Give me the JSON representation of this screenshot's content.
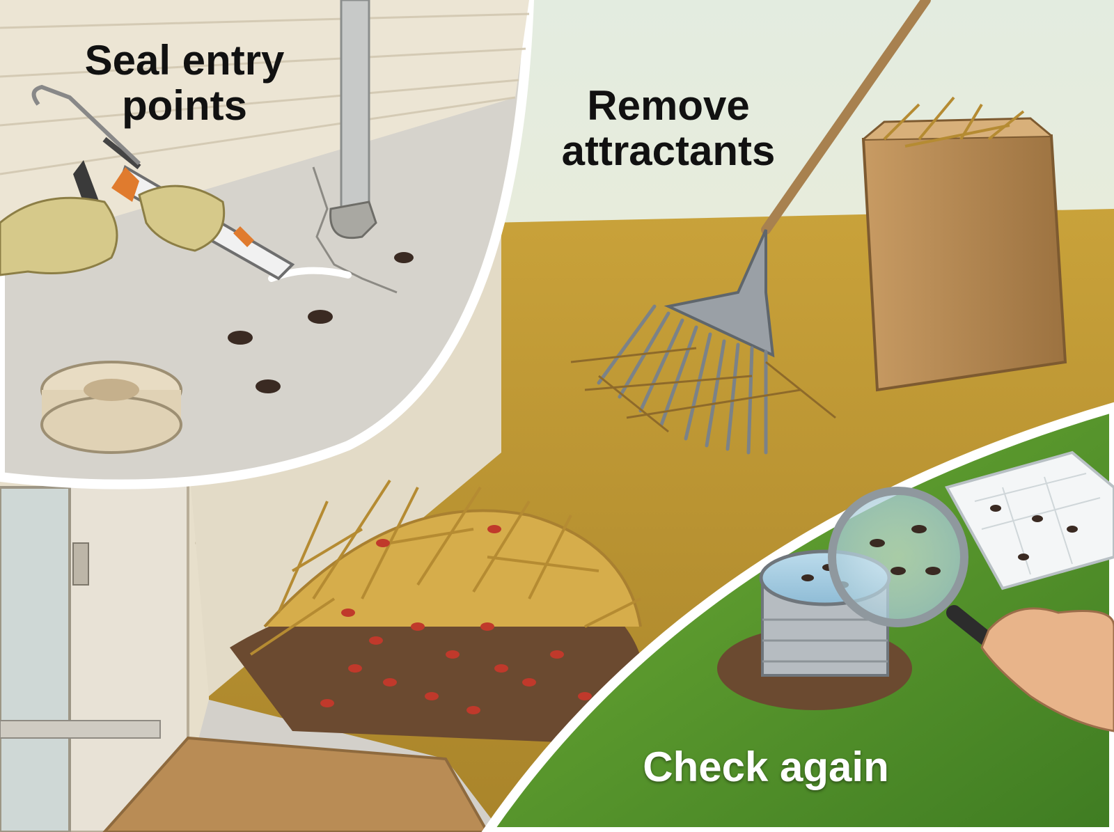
{
  "captions": {
    "seal": {
      "line1": "Seal entry",
      "line2": "points"
    },
    "remove": {
      "line1": "Remove",
      "line2": "attractants"
    },
    "check": {
      "line1": "Check again"
    }
  },
  "colors": {
    "sky": "#eaf0e4",
    "dry_grass": "#c9a23a",
    "green_grass": "#5e9a2e",
    "concrete": "#d6d3cc",
    "siding": "#ece5d4",
    "paper_bag": "#b98d57",
    "bug": "#3a2a22",
    "bug_red": "#c0392b"
  }
}
